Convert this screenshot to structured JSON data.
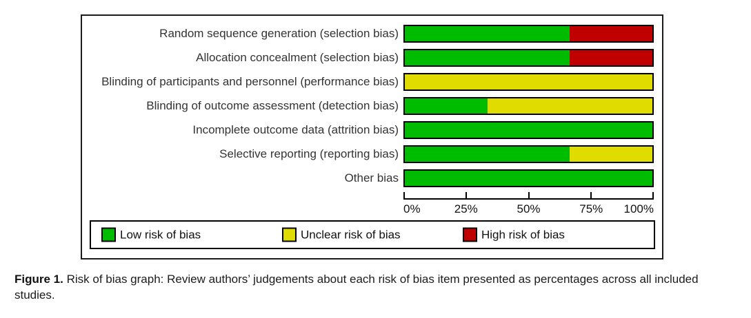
{
  "figure": {
    "caption_label": "Figure 1.",
    "caption_text": "Risk of bias graph: Review authors’ judgements about each risk of bias item presented as percentages across all included studies."
  },
  "chart_data": {
    "type": "bar",
    "orientation": "horizontal",
    "stacked": true,
    "unit": "percent",
    "title": "",
    "xlabel": "",
    "ylabel": "",
    "categories": [
      "Random sequence generation (selection bias)",
      "Allocation concealment (selection bias)",
      "Blinding of participants and personnel (performance bias)",
      "Blinding of outcome assessment (detection bias)",
      "Incomplete outcome data (attrition bias)",
      "Selective reporting (reporting bias)",
      "Other bias"
    ],
    "series": [
      {
        "name": "Low risk of bias",
        "color": "#00BC00",
        "values": [
          66.7,
          66.7,
          0,
          33.3,
          100,
          66.7,
          100
        ]
      },
      {
        "name": "Unclear risk of bias",
        "color": "#E0DC00",
        "values": [
          0,
          0,
          100,
          66.7,
          0,
          33.3,
          0
        ]
      },
      {
        "name": "High risk of bias",
        "color": "#C00000",
        "values": [
          33.3,
          33.3,
          0,
          0,
          0,
          0,
          0
        ]
      }
    ],
    "x_ticks": [
      "0%",
      "25%",
      "50%",
      "75%",
      "100%"
    ],
    "xlim": [
      0,
      100
    ],
    "grid": false,
    "legend_position": "bottom-box"
  }
}
